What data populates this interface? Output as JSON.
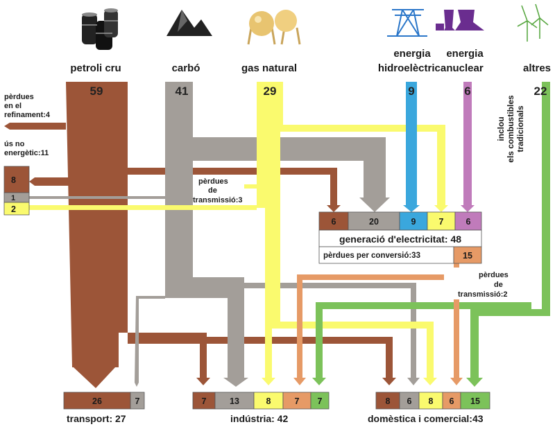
{
  "colors": {
    "oil": "#9c5538",
    "coal": "#a39e99",
    "gas": "#fafa6e",
    "hydro": "#3aa7dd",
    "nuclear": "#c07bbb",
    "other": "#7cc25a",
    "elec": "#e69a66",
    "oil_dark": "#8a4a2e"
  },
  "sources": {
    "petroli": {
      "label": "petroli cru",
      "value": "59",
      "icon": "oil-barrels-icon"
    },
    "carbo": {
      "label": "carbó",
      "value": "41",
      "icon": "coal-pile-icon"
    },
    "gas": {
      "label": "gas natural",
      "value": "29",
      "icon": "gas-tanks-icon"
    },
    "hidro": {
      "label_1": "energia",
      "label_2": "hidroelèctrica",
      "value": "9",
      "icon": "power-pylon-icon"
    },
    "nuclear": {
      "label_1": "energia",
      "label_2": "nuclear",
      "value": "6",
      "icon": "nuclear-plant-icon"
    },
    "altres": {
      "label": "altres",
      "value": "22",
      "icon": "wind-turbines-icon"
    }
  },
  "losses": {
    "refinament": {
      "l1": "pèrdues",
      "l2": "en el",
      "l3": "refinament:4"
    },
    "no_energetic": {
      "l1": "ús no",
      "l2": "energètic:11"
    },
    "ne_values": [
      "8",
      "1",
      "2"
    ],
    "transmissio_gas": {
      "l1": "pèrdues",
      "l2": "de",
      "l3": "transmissió:3"
    },
    "transmissio_elec": {
      "l1": "pèrdues",
      "l2": "de",
      "l3": "transmissió:2"
    },
    "conversio": "pèrdues per conversió:33"
  },
  "note": {
    "l1": "inclou",
    "l2": "els combustibles",
    "l3": "tradicionals"
  },
  "electricity": {
    "inputs": [
      "6",
      "20",
      "9",
      "7",
      "6"
    ],
    "title": "generació d'electricitat: 48",
    "output": "15"
  },
  "sectors": {
    "transport": {
      "values": [
        "26",
        "7"
      ],
      "label": "transport: 27"
    },
    "industria": {
      "values": [
        "7",
        "13",
        "8",
        "7",
        "7"
      ],
      "label": "indústria: 42"
    },
    "domestica": {
      "values": [
        "8",
        "6",
        "8",
        "6",
        "15"
      ],
      "label": "domèstica i comercial:43"
    }
  }
}
